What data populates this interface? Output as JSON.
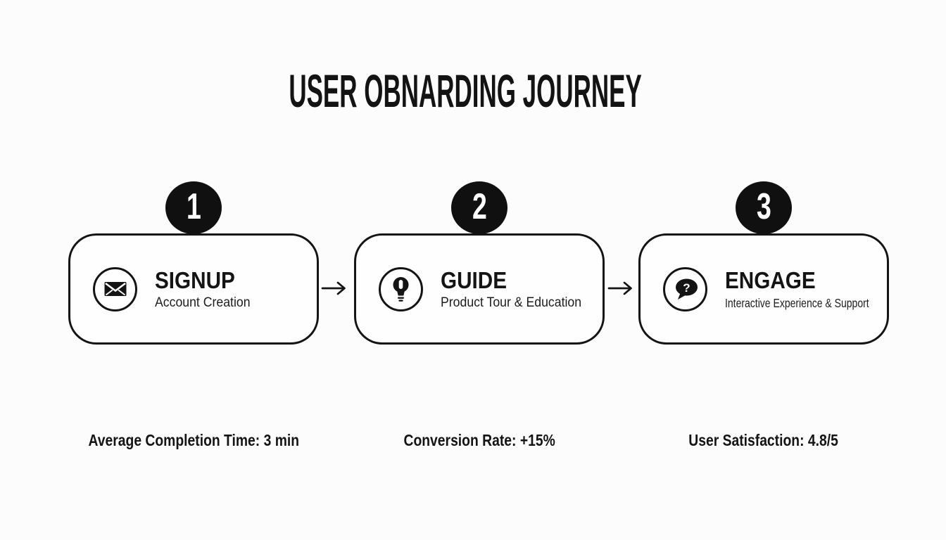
{
  "page": {
    "title": "USER OBNARDING JOURNEY",
    "background_color": "#fcfcfc",
    "ink_color": "#141414"
  },
  "steps": [
    {
      "number": "1",
      "title": "SIGNUP",
      "subtitle": "Account Creation",
      "icon": "envelope-icon",
      "stat": "Average Completion Time: 3 min"
    },
    {
      "number": "2",
      "title": "GUIDE",
      "subtitle": "Product Tour & Education",
      "icon": "lightbulb-icon",
      "stat": "Conversion Rate: +15%"
    },
    {
      "number": "3",
      "title": "ENGAGE",
      "subtitle": "Interactive Experience & Support",
      "icon": "question-bubble-icon",
      "stat": "User Satisfaction: 4.8/5"
    }
  ],
  "icons": {
    "connector": "arrow-right-icon",
    "question_mark": "?"
  }
}
